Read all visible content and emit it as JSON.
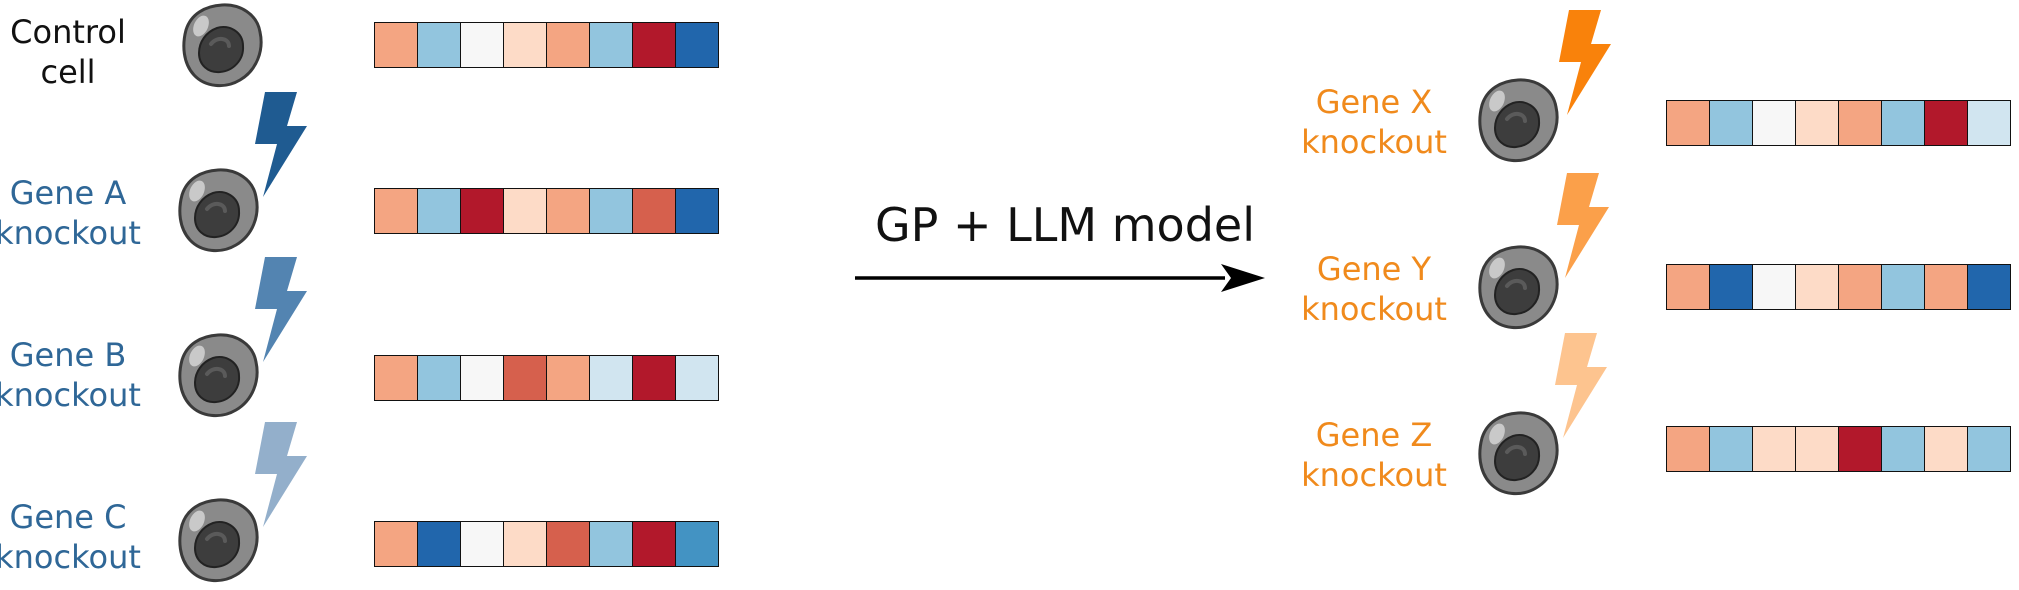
{
  "model_label": "GP + LLM model",
  "palette": {
    "dark_red": "#b2182b",
    "red": "#d6604d",
    "salmon": "#f4a582",
    "peach": "#fddbc7",
    "white": "#f7f7f7",
    "pale_blue": "#d1e5f0",
    "light_blue": "#92c5de",
    "blue": "#4393c3",
    "dark_blue": "#2166ac"
  },
  "training": [
    {
      "line1": "Control",
      "line2": "cell",
      "label_color": "#111111",
      "bolt": null,
      "profile": [
        "salmon",
        "light_blue",
        "white",
        "peach",
        "salmon",
        "light_blue",
        "dark_red",
        "dark_blue"
      ]
    },
    {
      "line1": "Gene A",
      "line2": "knockout",
      "label_color": "#2f6797",
      "bolt": "#1f5b91",
      "profile": [
        "salmon",
        "light_blue",
        "dark_red",
        "peach",
        "salmon",
        "light_blue",
        "red",
        "dark_blue"
      ]
    },
    {
      "line1": "Gene B",
      "line2": "knockout",
      "label_color": "#2f6797",
      "bolt": "#5384b1",
      "profile": [
        "salmon",
        "light_blue",
        "white",
        "red",
        "salmon",
        "pale_blue",
        "dark_red",
        "pale_blue"
      ]
    },
    {
      "line1": "Gene C",
      "line2": "knockout",
      "label_color": "#2f6797",
      "bolt": "#93afcb",
      "profile": [
        "salmon",
        "dark_blue",
        "white",
        "peach",
        "red",
        "light_blue",
        "dark_red",
        "blue"
      ]
    }
  ],
  "predicted": [
    {
      "line1": "Gene X",
      "line2": "knockout",
      "label_color": "#f08a1c",
      "bolt": "#f9820b",
      "profile": [
        "salmon",
        "light_blue",
        "white",
        "peach",
        "salmon",
        "light_blue",
        "dark_red",
        "pale_blue"
      ]
    },
    {
      "line1": "Gene Y",
      "line2": "knockout",
      "label_color": "#f08a1c",
      "bolt": "#fba04a",
      "profile": [
        "salmon",
        "dark_blue",
        "white",
        "peach",
        "salmon",
        "light_blue",
        "salmon",
        "dark_blue"
      ]
    },
    {
      "line1": "Gene Z",
      "line2": "knockout",
      "label_color": "#f08a1c",
      "bolt": "#fdc48f",
      "profile": [
        "salmon",
        "light_blue",
        "peach",
        "peach",
        "dark_red",
        "light_blue",
        "peach",
        "light_blue"
      ]
    }
  ]
}
